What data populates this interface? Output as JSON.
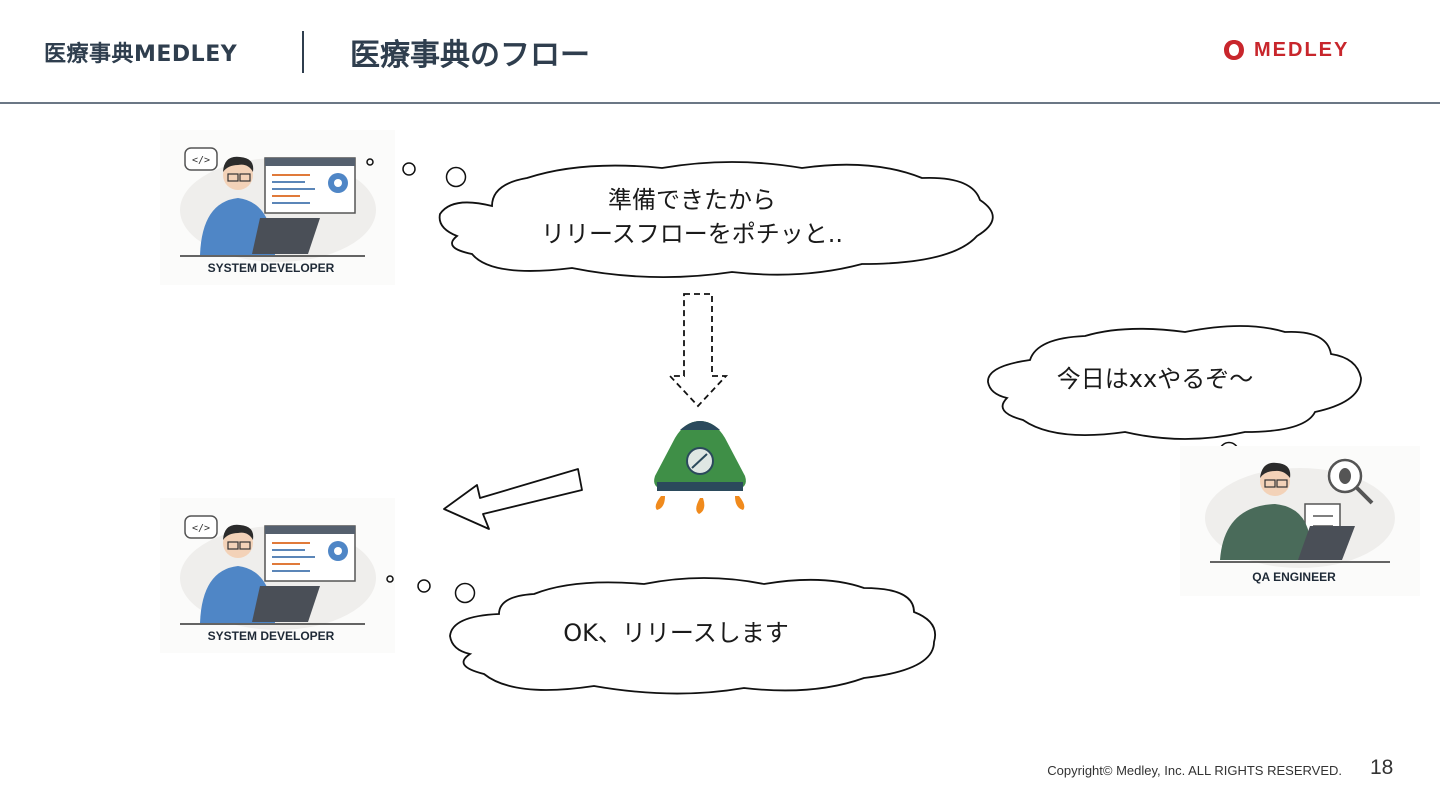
{
  "header": {
    "brand": "医療事典MEDLEY",
    "title": "医療事典のフロー",
    "logo_text": "MEDLEY"
  },
  "personas": {
    "developer_top": {
      "label": "SYSTEM DEVELOPER"
    },
    "developer_bottom": {
      "label": "SYSTEM DEVELOPER"
    },
    "qa": {
      "label": "QA ENGINEER"
    }
  },
  "bubbles": {
    "release_ready": {
      "line1": "準備できたから",
      "line2": "リリースフローをポチッと.."
    },
    "qa_today": {
      "text": "今日はxxやるぞ〜"
    },
    "release_ok": {
      "text": "OK、リリースします"
    }
  },
  "footer": {
    "copyright": "Copyright© Medley, Inc. ALL RIGHTS RESERVED.",
    "page_number": "18"
  },
  "colors": {
    "header_text": "#2f3e4e",
    "brand_red": "#c8262c",
    "rocket_green": "#3f8f47",
    "rocket_navy": "#2b4a5c",
    "flame_orange": "#f08a1c"
  }
}
